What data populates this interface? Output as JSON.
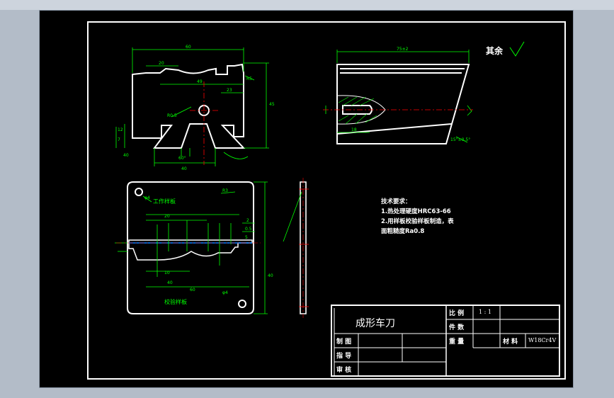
{
  "colors": {
    "background": "#000000",
    "outline": "#ffffff",
    "dimension": "#00ff00",
    "centerline": "#ff0000",
    "title_text": "#ffffff"
  },
  "roughness_note": {
    "label": "其余"
  },
  "dims": {
    "top_width": "60",
    "top_20": "20",
    "top_49": "49",
    "top_23": "23",
    "top_45": "45",
    "top_r5": "R5",
    "left_12": "12",
    "left_7": "7",
    "left_40": "40",
    "angle_60": "60°",
    "r0_5": "R0.5",
    "bottom_40": "40",
    "right_width": "75±2",
    "right_18": "18",
    "right_chamfer": "15°±0.5°"
  },
  "plate_labels": {
    "work_template": "工作样板",
    "check_template": "校验样板",
    "d4_top": "φ4",
    "r3": "R3",
    "d4_bottom": "φ4",
    "d_60": "60",
    "d_40": "40",
    "d_10": "10",
    "d_20": "20",
    "dim_2": "2",
    "dim_05": "0.5",
    "dim_5": "5",
    "dim_40": "40"
  },
  "tech_req": {
    "title": "技术要求：",
    "line1": "1.热处理硬度HRC63-66",
    "line2": "2.用样板校验样板制造，表",
    "line3": "面粗糙度Ra0.8"
  },
  "title_block": {
    "part_name": "成形车刀",
    "scale_label": "比 例",
    "scale_value": "1 : 1",
    "count_label": "件 数",
    "weight_label": "重 量",
    "material_label": "材 料",
    "material_value": "W18Cr4V",
    "drawn_label": "制 图",
    "guide_label": "指 导",
    "review_label": "审 核"
  }
}
